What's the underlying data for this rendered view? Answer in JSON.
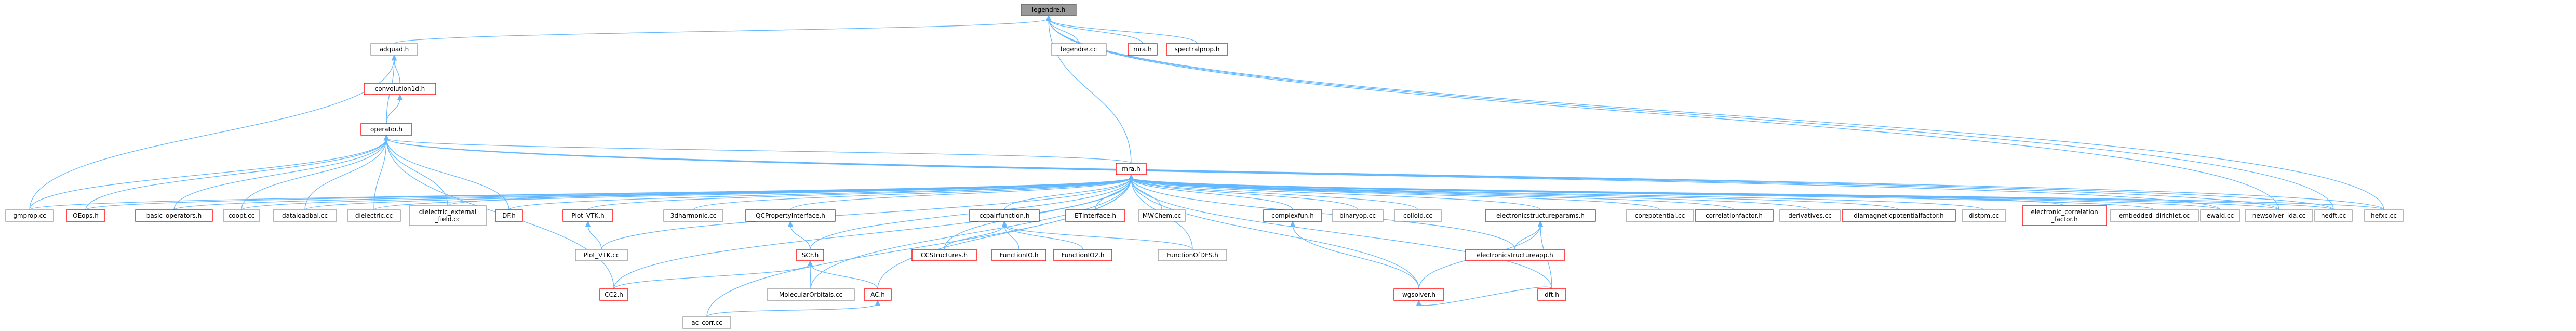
{
  "colors": {
    "edge": "#63b8ff",
    "plain_border": "#999999",
    "incomplete_border": "#ff0000",
    "root_fill": "#999999"
  },
  "nodes": {
    "legendre_h": {
      "label": "legendre.h",
      "style": "root"
    },
    "adquad_h": {
      "label": "adquad.h",
      "style": "plain"
    },
    "legendre_cc": {
      "label": "legendre.cc",
      "style": "plain"
    },
    "mra_h_top": {
      "label": "mra.h",
      "style": "red"
    },
    "spectralprop_h": {
      "label": "spectralprop.h",
      "style": "red"
    },
    "convolution1d_h": {
      "label": "convolution1d.h",
      "style": "red"
    },
    "operator_h": {
      "label": "operator.h",
      "style": "red"
    },
    "mra_h": {
      "label": "mra.h",
      "style": "red"
    },
    "gmprop_cc": {
      "label": "gmprop.cc",
      "style": "plain"
    },
    "oepops_h": {
      "label": "OEops.h",
      "style": "red"
    },
    "basic_operators_h": {
      "label": "basic_operators.h",
      "style": "red"
    },
    "coopt_cc": {
      "label": "coopt.cc",
      "style": "plain"
    },
    "dataloadbal_cc": {
      "label": "dataloadbal.cc",
      "style": "plain"
    },
    "dielectric_cc": {
      "label": "dielectric.cc",
      "style": "plain"
    },
    "dielectric_external_field_cc": {
      "label": "dielectric_external\n_field.cc",
      "style": "plain"
    },
    "df_h": {
      "label": "DF.h",
      "style": "red"
    },
    "plot_vtk_h": {
      "label": "Plot_VTK.h",
      "style": "red"
    },
    "plot_vtk_cc": {
      "label": "Plot_VTK.cc",
      "style": "plain"
    },
    "3dharmonic_cc": {
      "label": "3dharmonic.cc",
      "style": "plain"
    },
    "qcpropertyinterface_h": {
      "label": "QCPropertyInterface.h",
      "style": "red"
    },
    "scf_h": {
      "label": "SCF.h",
      "style": "red"
    },
    "molecularorbitals_cc": {
      "label": "MolecularOrbitals.cc",
      "style": "plain"
    },
    "ccpairfunction_h": {
      "label": "ccpairfunction.h",
      "style": "red"
    },
    "ccstructures_h": {
      "label": "CCStructures.h",
      "style": "red"
    },
    "functionio_h": {
      "label": "FunctionIO.h",
      "style": "red"
    },
    "functionio2_h": {
      "label": "FunctionIO2.h",
      "style": "red"
    },
    "etinterface_h": {
      "label": "ETInterface.h",
      "style": "red"
    },
    "mwchem_cc": {
      "label": "MWChem.cc",
      "style": "plain"
    },
    "functionofdfs_h": {
      "label": "FunctionOfDFS.h",
      "style": "plain"
    },
    "complexfun_h": {
      "label": "complexfun.h",
      "style": "red"
    },
    "binaryop_cc": {
      "label": "binaryop.cc",
      "style": "plain"
    },
    "colloid_cc": {
      "label": "colloid.cc",
      "style": "plain"
    },
    "electronicstructureparams_h": {
      "label": "electronicstructureparams.h",
      "style": "red"
    },
    "wgsolver_h": {
      "label": "wgsolver.h",
      "style": "red"
    },
    "electronicstructureapp_h": {
      "label": "electronicstructureapp.h",
      "style": "red"
    },
    "dft_h": {
      "label": "dft.h",
      "style": "red"
    },
    "corepotential_cc": {
      "label": "corepotential.cc",
      "style": "plain"
    },
    "correlationfactor_h": {
      "label": "correlationfactor.h",
      "style": "red"
    },
    "derivatives_cc": {
      "label": "derivatives.cc",
      "style": "plain"
    },
    "diamagneticpotentialfactor_h": {
      "label": "diamagneticpotentialfactor.h",
      "style": "red"
    },
    "distpm_cc": {
      "label": "distpm.cc",
      "style": "plain"
    },
    "electronic_correlation_factor_h": {
      "label": "electronic_correlation\n_factor.h",
      "style": "red"
    },
    "embedded_dirichlet_cc": {
      "label": "embedded_dirichlet.cc",
      "style": "plain"
    },
    "ewald_cc": {
      "label": "ewald.cc",
      "style": "plain"
    },
    "newsolver_lda_cc": {
      "label": "newsolver_lda.cc",
      "style": "plain"
    },
    "hedft_cc": {
      "label": "hedft.cc",
      "style": "plain"
    },
    "hefxc_cc": {
      "label": "hefxc.cc",
      "style": "plain"
    },
    "cc2_h": {
      "label": "CC2.h",
      "style": "red"
    },
    "ac_h": {
      "label": "AC.h",
      "style": "red"
    },
    "ac_corr_cc": {
      "label": "ac_corr.cc",
      "style": "plain"
    }
  },
  "edges": [
    [
      "adquad_h",
      "legendre_h"
    ],
    [
      "legendre_cc",
      "legendre_h"
    ],
    [
      "mra_h_top",
      "legendre_h"
    ],
    [
      "spectralprop_h",
      "legendre_h"
    ],
    [
      "mra_h",
      "legendre_h"
    ],
    [
      "newsolver_lda_cc",
      "legendre_h"
    ],
    [
      "hedft_cc",
      "legendre_h"
    ],
    [
      "hefxc_cc",
      "legendre_h"
    ],
    [
      "convolution1d_h",
      "adquad_h"
    ],
    [
      "operator_h",
      "adquad_h"
    ],
    [
      "gmprop_cc",
      "adquad_h"
    ],
    [
      "operator_h",
      "convolution1d_h"
    ],
    [
      "mra_h",
      "operator_h"
    ],
    [
      "gmprop_cc",
      "operator_h"
    ],
    [
      "oepops_h",
      "operator_h"
    ],
    [
      "basic_operators_h",
      "operator_h"
    ],
    [
      "coopt_cc",
      "operator_h"
    ],
    [
      "dataloadbal_cc",
      "operator_h"
    ],
    [
      "dielectric_cc",
      "operator_h"
    ],
    [
      "dielectric_external_field_cc",
      "operator_h"
    ],
    [
      "df_h",
      "operator_h"
    ],
    [
      "cc2_h",
      "operator_h"
    ],
    [
      "newsolver_lda_cc",
      "operator_h"
    ],
    [
      "hedft_cc",
      "operator_h"
    ],
    [
      "hefxc_cc",
      "operator_h"
    ],
    [
      "ewald_cc",
      "operator_h"
    ],
    [
      "gmprop_cc",
      "mra_h"
    ],
    [
      "oepops_h",
      "mra_h"
    ],
    [
      "basic_operators_h",
      "mra_h"
    ],
    [
      "coopt_cc",
      "mra_h"
    ],
    [
      "dataloadbal_cc",
      "mra_h"
    ],
    [
      "dielectric_cc",
      "mra_h"
    ],
    [
      "dielectric_external_field_cc",
      "mra_h"
    ],
    [
      "df_h",
      "mra_h"
    ],
    [
      "plot_vtk_h",
      "mra_h"
    ],
    [
      "plot_vtk_cc",
      "mra_h"
    ],
    [
      "3dharmonic_cc",
      "mra_h"
    ],
    [
      "qcpropertyinterface_h",
      "mra_h"
    ],
    [
      "scf_h",
      "mra_h"
    ],
    [
      "molecularorbitals_cc",
      "mra_h"
    ],
    [
      "ccpairfunction_h",
      "mra_h"
    ],
    [
      "ccstructures_h",
      "mra_h"
    ],
    [
      "etinterface_h",
      "mra_h"
    ],
    [
      "mwchem_cc",
      "mra_h"
    ],
    [
      "functionofdfs_h",
      "mra_h"
    ],
    [
      "complexfun_h",
      "mra_h"
    ],
    [
      "binaryop_cc",
      "mra_h"
    ],
    [
      "colloid_cc",
      "mra_h"
    ],
    [
      "electronicstructureparams_h",
      "mra_h"
    ],
    [
      "wgsolver_h",
      "mra_h"
    ],
    [
      "electronicstructureapp_h",
      "mra_h"
    ],
    [
      "dft_h",
      "mra_h"
    ],
    [
      "corepotential_cc",
      "mra_h"
    ],
    [
      "correlationfactor_h",
      "mra_h"
    ],
    [
      "derivatives_cc",
      "mra_h"
    ],
    [
      "diamagneticpotentialfactor_h",
      "mra_h"
    ],
    [
      "distpm_cc",
      "mra_h"
    ],
    [
      "electronic_correlation_factor_h",
      "mra_h"
    ],
    [
      "embedded_dirichlet_cc",
      "mra_h"
    ],
    [
      "ewald_cc",
      "mra_h"
    ],
    [
      "newsolver_lda_cc",
      "mra_h"
    ],
    [
      "hedft_cc",
      "mra_h"
    ],
    [
      "hefxc_cc",
      "mra_h"
    ],
    [
      "cc2_h",
      "mra_h"
    ],
    [
      "ac_h",
      "mra_h"
    ],
    [
      "ac_corr_cc",
      "mra_h"
    ],
    [
      "plot_vtk_cc",
      "plot_vtk_h"
    ],
    [
      "scf_h",
      "qcpropertyinterface_h"
    ],
    [
      "molecularorbitals_cc",
      "scf_h"
    ],
    [
      "cc2_h",
      "scf_h"
    ],
    [
      "ac_h",
      "scf_h"
    ],
    [
      "ccstructures_h",
      "ccpairfunction_h"
    ],
    [
      "functionio_h",
      "ccpairfunction_h"
    ],
    [
      "functionio2_h",
      "ccpairfunction_h"
    ],
    [
      "functionofdfs_h",
      "ccpairfunction_h"
    ],
    [
      "wgsolver_h",
      "complexfun_h"
    ],
    [
      "wgsolver_h",
      "electronicstructureparams_h"
    ],
    [
      "electronicstructureapp_h",
      "electronicstructureparams_h"
    ],
    [
      "dft_h",
      "electronicstructureparams_h"
    ],
    [
      "dft_h",
      "wgsolver_h"
    ],
    [
      "ac_corr_cc",
      "ac_h"
    ]
  ]
}
